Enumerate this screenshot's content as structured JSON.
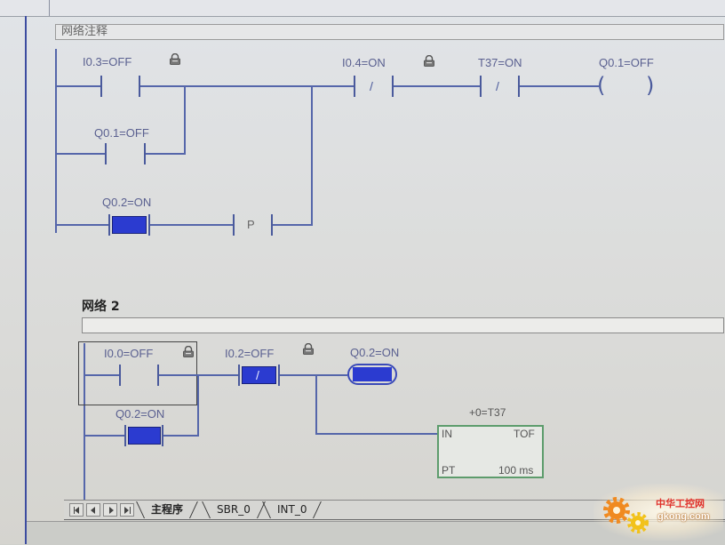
{
  "window": {
    "network_comment_header": "网络注释"
  },
  "network1": {
    "i0_3": {
      "label": "I0.3=OFF"
    },
    "q0_1_branch": {
      "label": "Q0.1=OFF"
    },
    "q0_2": {
      "label": "Q0.2=ON"
    },
    "p_transition": {
      "symbol": "P"
    },
    "i0_4": {
      "label": "I0.4=ON",
      "symbol": "/"
    },
    "t37": {
      "label": "T37=ON",
      "symbol": "/"
    },
    "q0_1_coil": {
      "label": "Q0.1=OFF",
      "open": "(",
      "close": ")"
    }
  },
  "network2": {
    "title": "网络 2",
    "i0_0": {
      "label": "I0.0=OFF"
    },
    "q0_2_branch": {
      "label": "Q0.2=ON"
    },
    "i0_2": {
      "label": "I0.2=OFF",
      "symbol": "/"
    },
    "q0_2_coil": {
      "label": "Q0.2=ON"
    },
    "timer": {
      "name": "+0=T37",
      "in": "IN",
      "type": "TOF",
      "pt": "PT",
      "timebase": "100 ms"
    }
  },
  "tabs": {
    "nav_icons": [
      "first-icon",
      "prev-icon",
      "next-icon",
      "last-icon"
    ],
    "items": [
      {
        "label": "主程序",
        "active": true
      },
      {
        "label": "SBR_0",
        "active": false
      },
      {
        "label": "INT_0",
        "active": false
      }
    ]
  },
  "watermark": {
    "cn": "中华工控网",
    "en": "gkong.com"
  },
  "colors": {
    "wire": "#5566aa",
    "plate": "#4a5a9c",
    "active": "#2b3bd0",
    "timer": "#5d9c6c",
    "label": "#5a6090"
  }
}
